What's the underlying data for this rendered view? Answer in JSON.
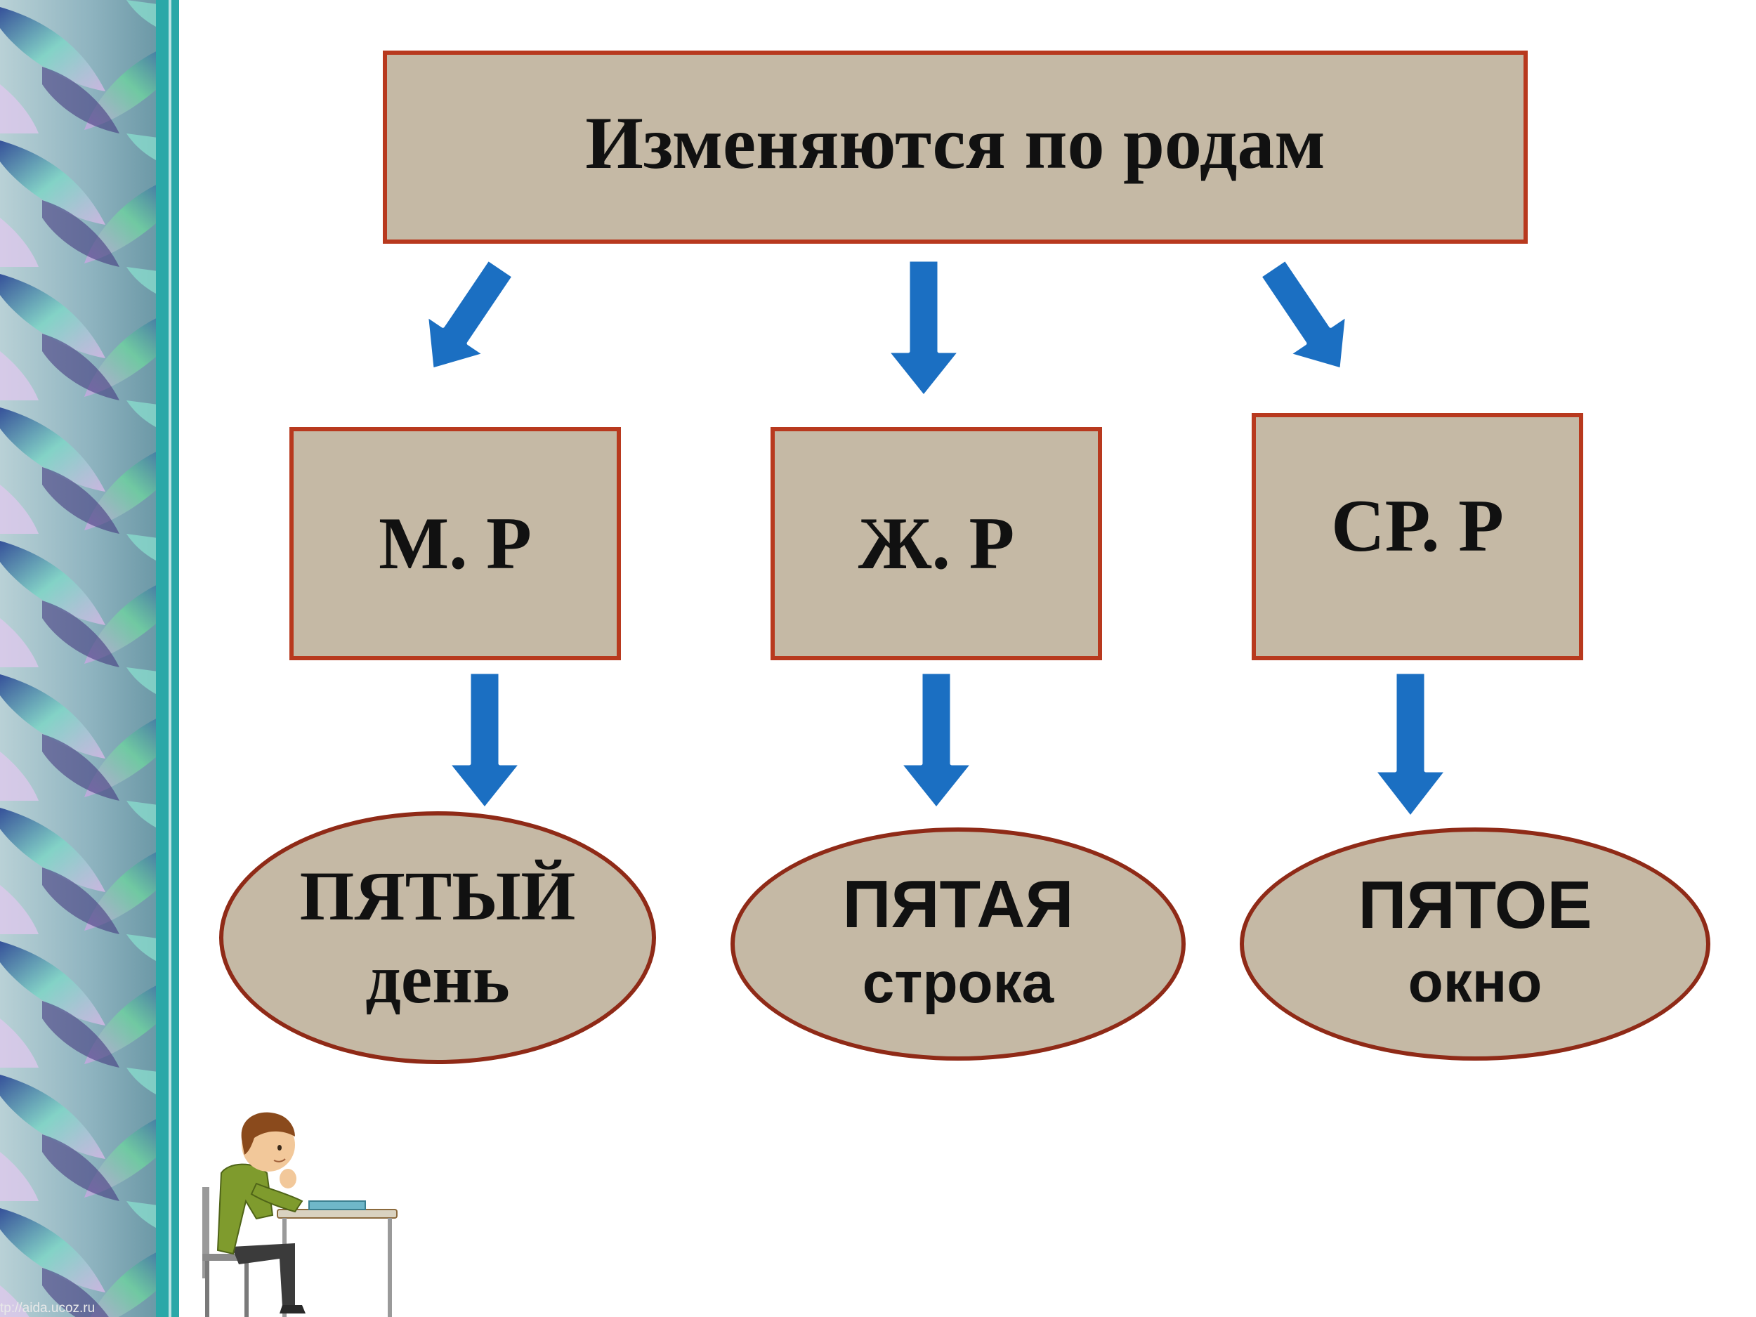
{
  "diagram": {
    "title": "Изменяются по родам",
    "genders": [
      {
        "id": "m",
        "label": "М. Р",
        "adjective": "ПЯТЫЙ",
        "noun": "день"
      },
      {
        "id": "zh",
        "label": "Ж. Р",
        "adjective": "ПЯТАЯ",
        "noun": "строка"
      },
      {
        "id": "sr",
        "label": "СР. Р",
        "adjective": "ПЯТОЕ",
        "noun": "окно"
      }
    ]
  },
  "watermark": "tp://aida.ucoz.ru",
  "colors": {
    "box_fill": "#c5b9a5",
    "box_border": "#b8391e",
    "oval_border": "#8f2a17",
    "arrow_fill": "#1b6fc2",
    "arrow_outline": "#ffffff",
    "text": "#111111"
  },
  "icons": {
    "arrow": "down-arrow-icon",
    "illustration": "thinking-child-at-desk"
  }
}
